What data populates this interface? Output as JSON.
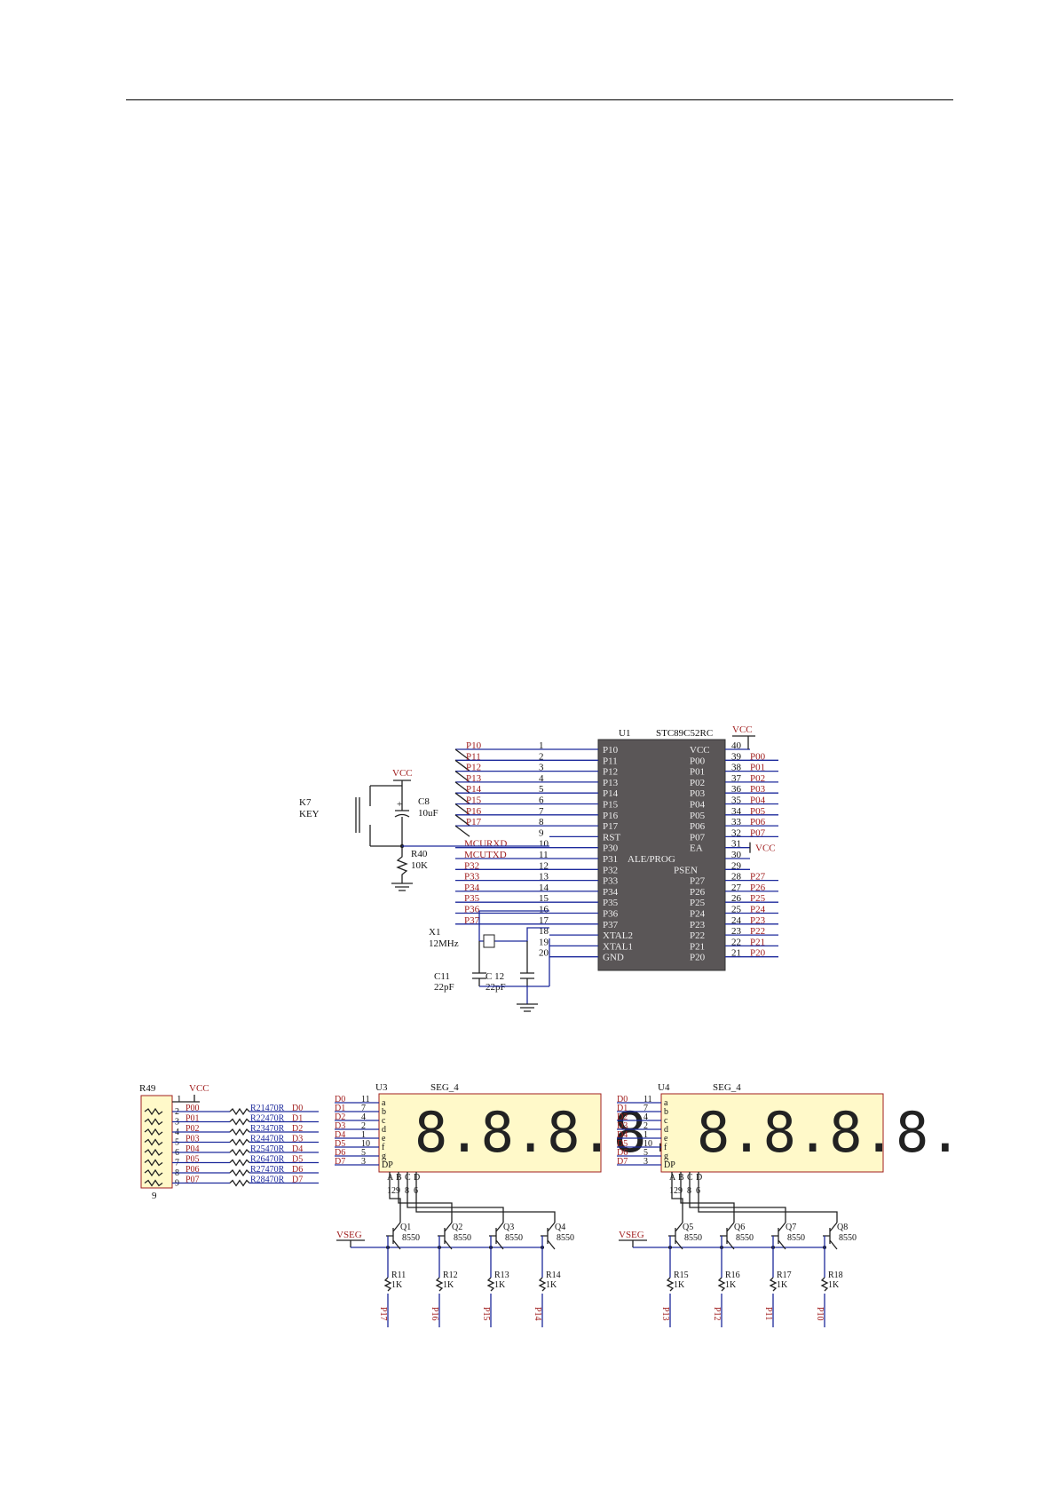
{
  "mcu": {
    "ref": "U1",
    "part": "STC89C52RC",
    "vcc_label": "VCC",
    "left_pins": [
      {
        "num": "1",
        "name": "P10",
        "net": "P10"
      },
      {
        "num": "2",
        "name": "P11",
        "net": "P11"
      },
      {
        "num": "3",
        "name": "P12",
        "net": "P12"
      },
      {
        "num": "4",
        "name": "P13",
        "net": "P13"
      },
      {
        "num": "5",
        "name": "P14",
        "net": "P14"
      },
      {
        "num": "6",
        "name": "P15",
        "net": "P15"
      },
      {
        "num": "7",
        "name": "P16",
        "net": "P16"
      },
      {
        "num": "8",
        "name": "P17",
        "net": "P17"
      },
      {
        "num": "9",
        "name": "RST",
        "net": ""
      },
      {
        "num": "10",
        "name": "P30",
        "net": "MCURXD"
      },
      {
        "num": "11",
        "name": "P31",
        "net": "MCUTXD"
      },
      {
        "num": "12",
        "name": "P32",
        "net": "P32"
      },
      {
        "num": "13",
        "name": "P33",
        "net": "P33"
      },
      {
        "num": "14",
        "name": "P34",
        "net": "P34"
      },
      {
        "num": "15",
        "name": "P35",
        "net": "P35"
      },
      {
        "num": "16",
        "name": "P36",
        "net": "P36"
      },
      {
        "num": "17",
        "name": "P37",
        "net": "P37"
      },
      {
        "num": "18",
        "name": "XTAL2",
        "net": ""
      },
      {
        "num": "19",
        "name": "XTAL1",
        "net": ""
      },
      {
        "num": "20",
        "name": "GND",
        "net": ""
      }
    ],
    "right_pins": [
      {
        "num": "40",
        "name": "VCC",
        "net": ""
      },
      {
        "num": "39",
        "name": "P00",
        "net": "P00"
      },
      {
        "num": "38",
        "name": "P01",
        "net": "P01"
      },
      {
        "num": "37",
        "name": "P02",
        "net": "P02"
      },
      {
        "num": "36",
        "name": "P03",
        "net": "P03"
      },
      {
        "num": "35",
        "name": "P04",
        "net": "P04"
      },
      {
        "num": "34",
        "name": "P05",
        "net": "P05"
      },
      {
        "num": "33",
        "name": "P06",
        "net": "P06"
      },
      {
        "num": "32",
        "name": "P07",
        "net": "P07"
      },
      {
        "num": "31",
        "name": "EA",
        "net": "VCC"
      },
      {
        "num": "30",
        "name": "ALE/PROG",
        "net": ""
      },
      {
        "num": "29",
        "name": "PSEN",
        "net": ""
      },
      {
        "num": "28",
        "name": "P27",
        "net": "P27"
      },
      {
        "num": "27",
        "name": "P26",
        "net": "P26"
      },
      {
        "num": "26",
        "name": "P25",
        "net": "P25"
      },
      {
        "num": "25",
        "name": "P24",
        "net": "P24"
      },
      {
        "num": "24",
        "name": "P23",
        "net": "P23"
      },
      {
        "num": "23",
        "name": "P22",
        "net": "P22"
      },
      {
        "num": "22",
        "name": "P21",
        "net": "P21"
      },
      {
        "num": "21",
        "name": "P20",
        "net": "P20"
      }
    ],
    "reset": {
      "vcc": "VCC",
      "key_ref": "K7",
      "key_val": "KEY",
      "cap_ref": "C8",
      "cap_val": "10uF",
      "res_ref": "R40",
      "res_val": "10K"
    },
    "crystal": {
      "ref": "X1",
      "val": "12MHz",
      "c1_ref": "C11",
      "c1_val": "22pF",
      "c2_ref": "C 12",
      "c2_val": "22pF"
    }
  },
  "resnet": {
    "ref": "R49",
    "vcc": "VCC",
    "pin1": "1",
    "bottom_pin": "9",
    "rows": [
      {
        "pin": "2",
        "port": "P00",
        "res": "R21470R",
        "net": "D0"
      },
      {
        "pin": "3",
        "port": "P01",
        "res": "R22470R",
        "net": "D1"
      },
      {
        "pin": "4",
        "port": "P02",
        "res": "R23470R",
        "net": "D2"
      },
      {
        "pin": "5",
        "port": "P03",
        "res": "R24470R",
        "net": "D3"
      },
      {
        "pin": "6",
        "port": "P04",
        "res": "R25470R",
        "net": "D4"
      },
      {
        "pin": "7",
        "port": "P05",
        "res": "R26470R",
        "net": "D5"
      },
      {
        "pin": "8",
        "port": "P06",
        "res": "R27470R",
        "net": "D6"
      },
      {
        "pin": "9",
        "port": "P07",
        "res": "R28470R",
        "net": "D7"
      }
    ]
  },
  "displays": [
    {
      "ref": "U3",
      "part": "SEG_4",
      "segments": [
        {
          "net": "D0",
          "pin": "11",
          "seg": "a"
        },
        {
          "net": "D1",
          "pin": "7",
          "seg": "b"
        },
        {
          "net": "D2",
          "pin": "4",
          "seg": "c"
        },
        {
          "net": "D3",
          "pin": "2",
          "seg": "d"
        },
        {
          "net": "D4",
          "pin": "1",
          "seg": "e"
        },
        {
          "net": "D5",
          "pin": "10",
          "seg": "f"
        },
        {
          "net": "D6",
          "pin": "5",
          "seg": "g"
        },
        {
          "net": "D7",
          "pin": "3",
          "seg": "DP"
        }
      ],
      "digits_text": "8.8.8.8.",
      "digit_pins": [
        {
          "label": "A",
          "pin": "12"
        },
        {
          "label": "B",
          "pin": "9"
        },
        {
          "label": "C",
          "pin": "8"
        },
        {
          "label": "D",
          "pin": "6"
        }
      ],
      "vseg": "VSEG",
      "transistors": [
        {
          "ref": "Q1",
          "val": "8550",
          "res": "R11",
          "rval": "1K",
          "net": "P17"
        },
        {
          "ref": "Q2",
          "val": "8550",
          "res": "R12",
          "rval": "1K",
          "net": "P16"
        },
        {
          "ref": "Q3",
          "val": "8550",
          "res": "R13",
          "rval": "1K",
          "net": "P15"
        },
        {
          "ref": "Q4",
          "val": "8550",
          "res": "R14",
          "rval": "1K",
          "net": "P14"
        }
      ]
    },
    {
      "ref": "U4",
      "part": "SEG_4",
      "segments": [
        {
          "net": "D0",
          "pin": "11",
          "seg": "a"
        },
        {
          "net": "D1",
          "pin": "7",
          "seg": "b"
        },
        {
          "net": "D2",
          "pin": "4",
          "seg": "c"
        },
        {
          "net": "D3",
          "pin": "2",
          "seg": "d"
        },
        {
          "net": "D4",
          "pin": "1",
          "seg": "e"
        },
        {
          "net": "D5",
          "pin": "10",
          "seg": "f"
        },
        {
          "net": "D6",
          "pin": "5",
          "seg": "g"
        },
        {
          "net": "D7",
          "pin": "3",
          "seg": "DP"
        }
      ],
      "digits_text": "8.8.8.8.",
      "digit_pins": [
        {
          "label": "A",
          "pin": "12"
        },
        {
          "label": "B",
          "pin": "9"
        },
        {
          "label": "C",
          "pin": "8"
        },
        {
          "label": "D",
          "pin": "6"
        }
      ],
      "vseg": "VSEG",
      "transistors": [
        {
          "ref": "Q5",
          "val": "8550",
          "res": "R15",
          "rval": "1K",
          "net": "P13"
        },
        {
          "ref": "Q6",
          "val": "8550",
          "res": "R16",
          "rval": "1K",
          "net": "P12"
        },
        {
          "ref": "Q7",
          "val": "8550",
          "res": "R17",
          "rval": "1K",
          "net": "P11"
        },
        {
          "ref": "Q8",
          "val": "8550",
          "res": "R18",
          "rval": "1K",
          "net": "P10"
        }
      ]
    }
  ]
}
